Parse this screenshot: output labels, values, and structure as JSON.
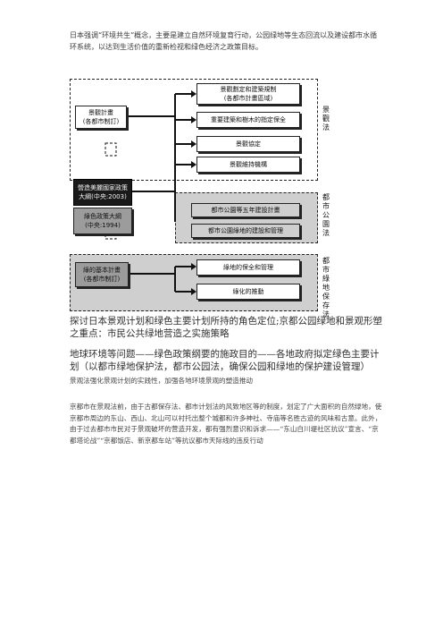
{
  "intro": "日本强调“环境共生”概念，主要是建立自然环境复育行动，公园绿地等生态回流以及建设都市水循环系统，以达到生活价值的重新检视和绿色经济之政策目标。",
  "diagram": {
    "landscape_plan": {
      "line1": "景觀計畫",
      "line2": "(各都市制訂)"
    },
    "mid_outline": {
      "line1": "營造美麗國家政策",
      "line2": "大綱(中央:2003)"
    },
    "green_outline": {
      "line1": "綠色政策大綱",
      "line2": "(中央:1994)"
    },
    "green_basic_plan": {
      "line1": "綠的基本計畫",
      "line2": "(各都市制訂)"
    },
    "right_boxes": [
      {
        "line1": "景觀劃定和建築規制",
        "line2": "(各都市計畫區域)"
      },
      {
        "line1": "重要建築和樹木的指定保全",
        "line2": ""
      },
      {
        "line1": "景觀協定",
        "line2": ""
      },
      {
        "line1": "景觀維持機構",
        "line2": ""
      },
      {
        "line1": "都市公園等五年建設計畫",
        "line2": ""
      },
      {
        "line1": "都市公園綠地的建設和管理",
        "line2": ""
      },
      {
        "line1": "綠地的保全和管理",
        "line2": ""
      },
      {
        "line1": "綠化的推動",
        "line2": ""
      }
    ],
    "law_labels": [
      "景觀法",
      "都市公園法",
      "都市綠地保存法"
    ]
  },
  "sections": {
    "s1_title": "探讨日本景观计划和绿色主要计划所持的角色定位;京都公园绿地和景观形塑之重点：市民公共绿地营造之实施策略",
    "s2_title": "地球环境等问题——绿色政策纲要的施政目的——各地政府拟定绿色主要计划（以都市绿地保护法，都市公园法，确保公园和绿地的保护建设管理）",
    "s2_sub": "景观法强化景观计划的实践性，加强各地环境景观的塑造推动",
    "s3_body": "京都市在景观法前，由于古都保存法、都市计划法的风致地区等的制度，划定了广大面积的自然绿地，使京都市周边的东山、西山、北山可以衬托出整个城都和许多神社、寺庙等名胜古迹的风味和古意。此外，由于过去都市市民对于景观破坏的营造开发，都有强烈意识和诉求——“东山白川堤社区抗议”宣言、“京都塔论战”“京都饭店、新京都车站”等抗议都市天际线的违反行动"
  }
}
